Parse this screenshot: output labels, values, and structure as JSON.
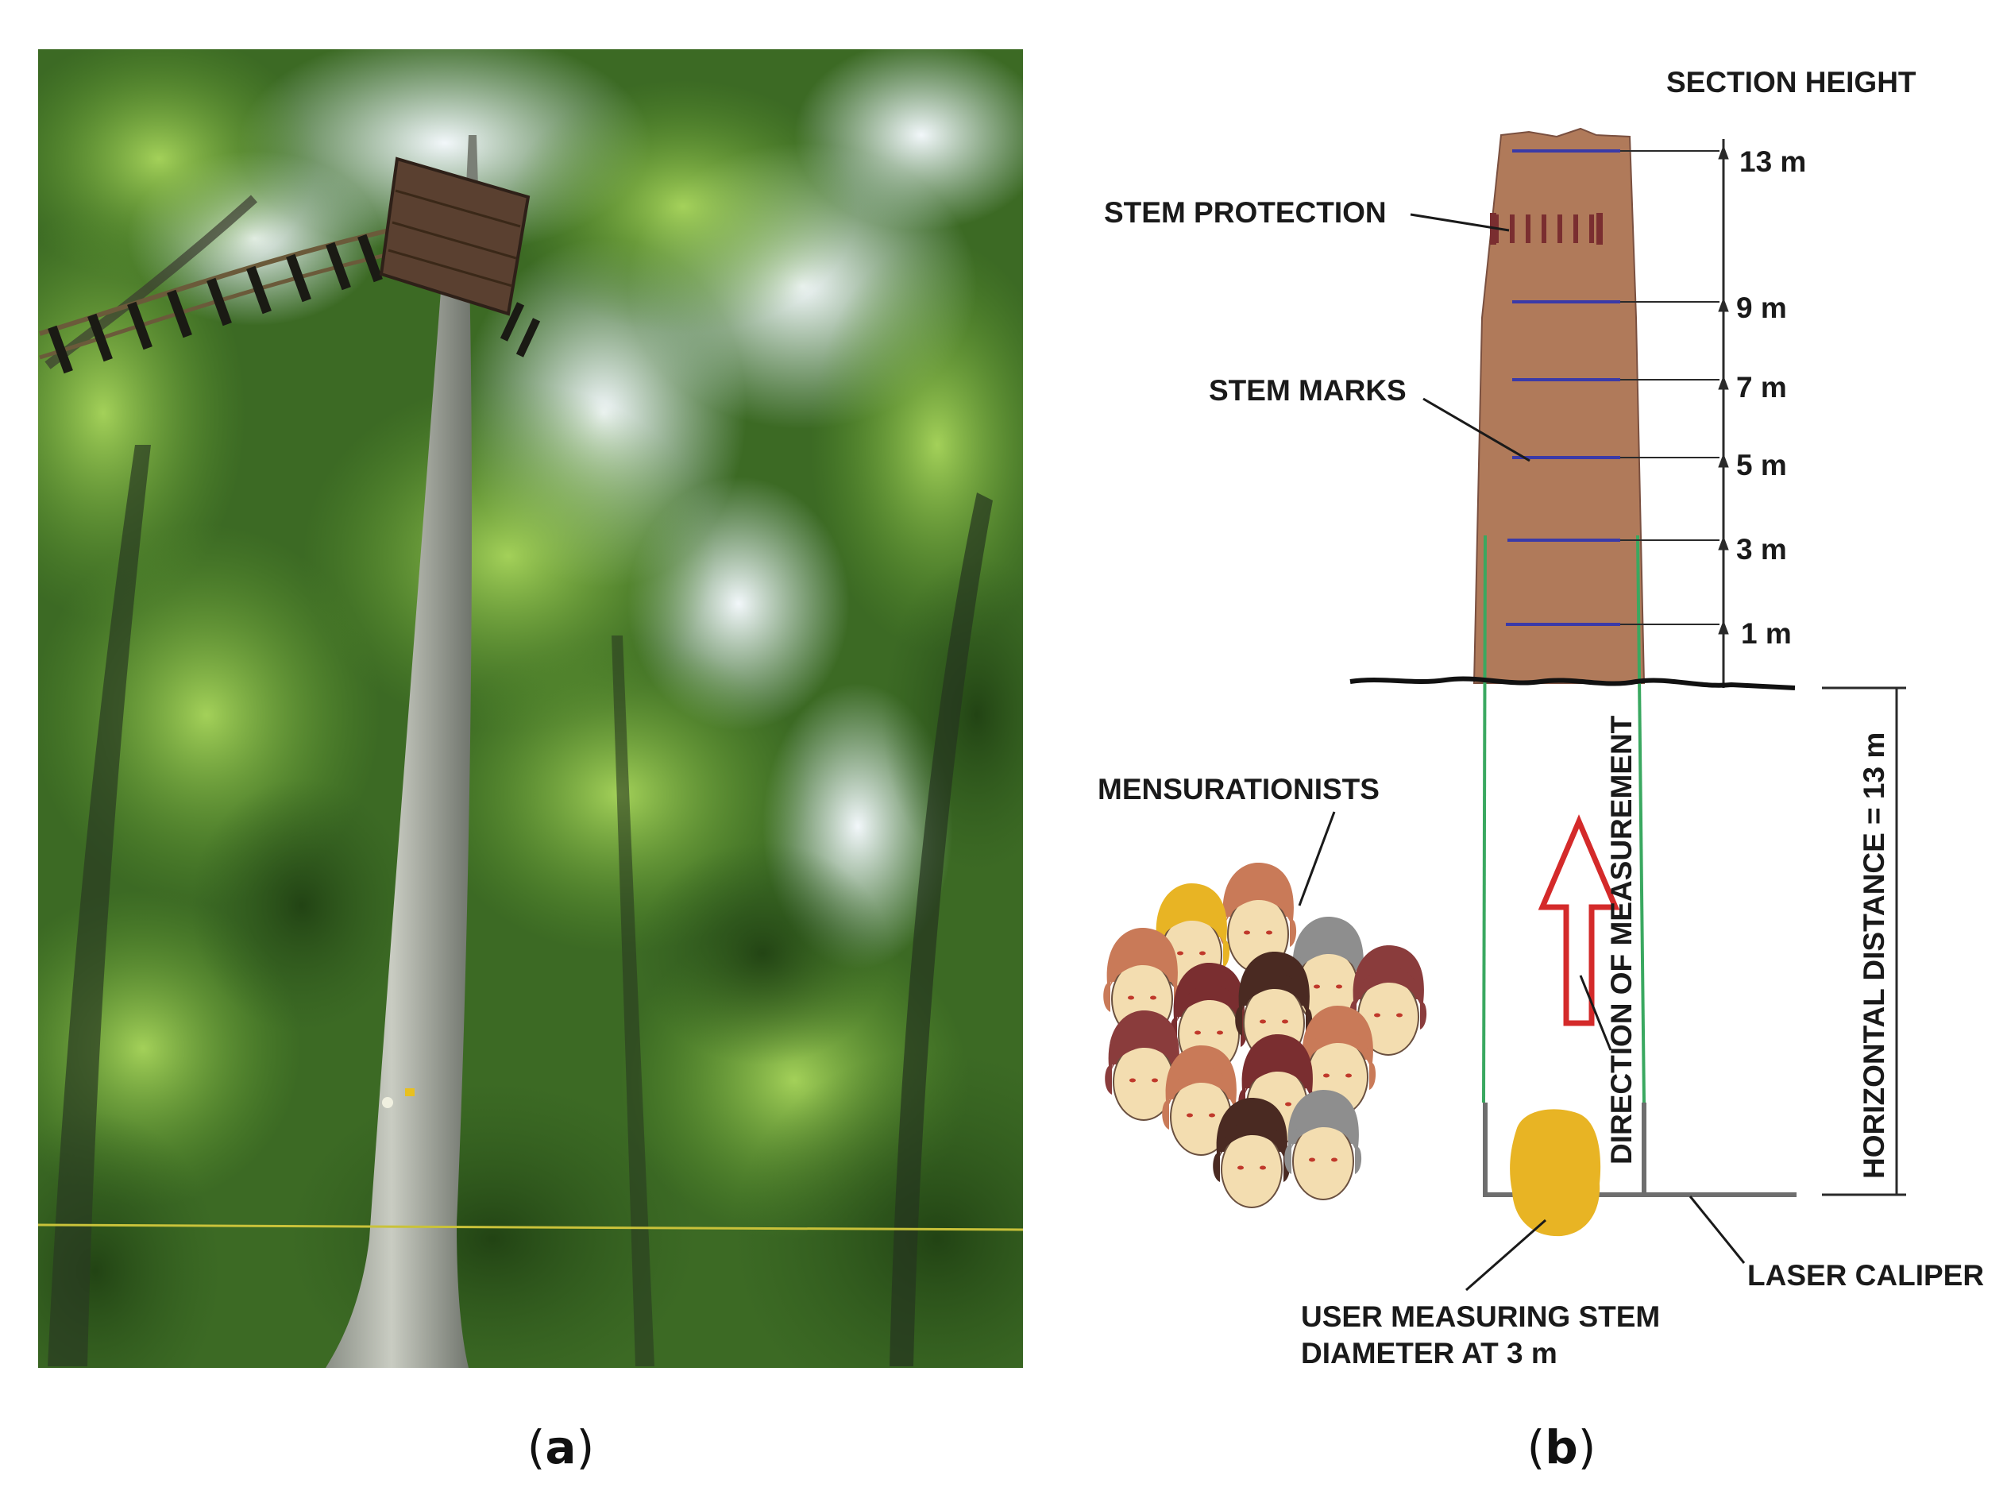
{
  "panels": {
    "a": {
      "label_open": "(",
      "label_letter": "a",
      "label_close": ")"
    },
    "b": {
      "label_open": "(",
      "label_letter": "b",
      "label_close": ")"
    }
  },
  "diagram": {
    "section_height_title": "SECTION HEIGHT",
    "heights": [
      "13 m",
      "9 m",
      "7 m",
      "5 m",
      "3 m",
      "1 m"
    ],
    "labels": {
      "stem_protection": "STEM PROTECTION",
      "stem_marks": "STEM MARKS",
      "mensurationists": "MENSURATIONISTS",
      "direction": "DIRECTION OF MEASUREMENT",
      "horizontal_distance": "HORIZONTAL DISTANCE = 13 m",
      "laser_caliper": "LASER CALIPER",
      "user_line1": "USER MEASURING STEM",
      "user_line2": "DIAMETER AT 3 m"
    }
  },
  "colors": {
    "trunk": "#b07a5a",
    "marks": "#3a3aa8",
    "sight_lines": "#3aa860",
    "arrow": "#d42a2a",
    "user": "#e8b424",
    "caliper": "#6e6e6e",
    "stem_protection": "#7a2e30",
    "foliage_light": "#8fc24a",
    "foliage_dark": "#2f5a1e",
    "sky": "#e6f0f5"
  },
  "icons": [
    "person-face-icon",
    "up-arrow-icon"
  ]
}
